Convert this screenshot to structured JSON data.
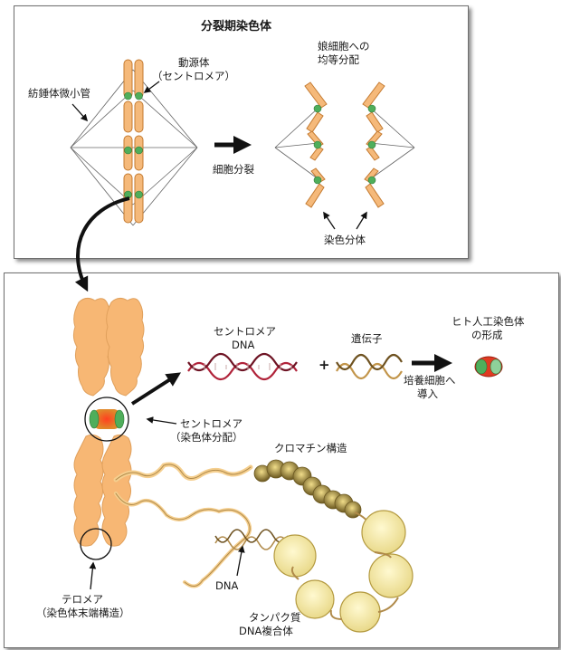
{
  "top_panel": {
    "title": "分裂期染色体",
    "centromere_label_line1": "動源体",
    "centromere_label_line2": "（セントロメア）",
    "spindle_label": "紡錘体微小管",
    "division_label": "細胞分裂",
    "daughter_label_line1": "娘細胞への",
    "daughter_label_line2": "均等分配",
    "chromatid_label": "染色分体"
  },
  "bottom_panel": {
    "centromere_dna_line1": "セントロメア",
    "centromere_dna_line2": "DNA",
    "gene_label": "遺伝子",
    "plus_sign": "+",
    "hac_line1": "ヒト人工染色体",
    "hac_line2": "の形成",
    "introduce_line1": "培養細胞へ",
    "introduce_line2": "導入",
    "centromere_line1": "セントロメア",
    "centromere_line2": "（染色体分配）",
    "chromatin_label": "クロマチン構造",
    "dna_label": "DNA",
    "telomere_line1": "テロメア",
    "telomere_line2": "（染色体末端構造）",
    "protein_dna_line1": "タンパク質",
    "protein_dna_line2": "DNA複合体"
  },
  "colors": {
    "chromatid_orange": "#f5b97a",
    "chromosome_orange": "#f7b774",
    "kinetochore_green": "#4fae5b",
    "centromere_red": "#e03a22",
    "dna_red": "#b0233a",
    "nucleosome_yellow": "#f6eba6",
    "arrow_black": "#111111"
  }
}
